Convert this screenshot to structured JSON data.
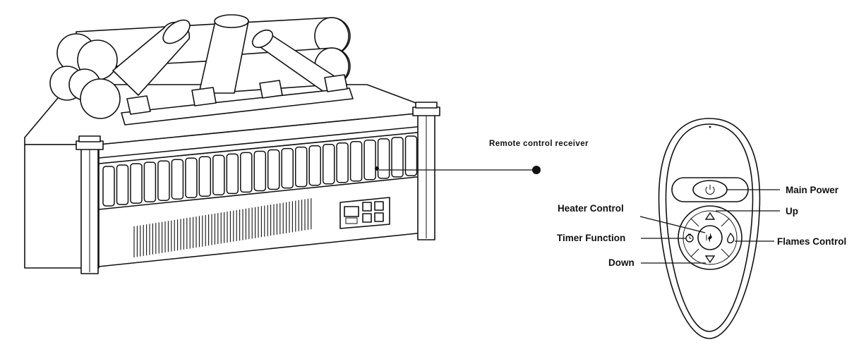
{
  "labels": {
    "remote_receiver": "Remote control receiver",
    "main_power": "Main Power",
    "up": "Up",
    "heater_control": "Heater Control",
    "timer_function": "Timer Function",
    "flames_control": "Flames Control",
    "down": "Down"
  },
  "icons": {
    "power": "power-icon",
    "up": "triangle-up-icon",
    "down": "triangle-down-icon",
    "heater": "fan-icon",
    "timer": "timer-icon",
    "flame": "flame-icon"
  },
  "colors": {
    "line": "#111111",
    "background": "#ffffff"
  }
}
